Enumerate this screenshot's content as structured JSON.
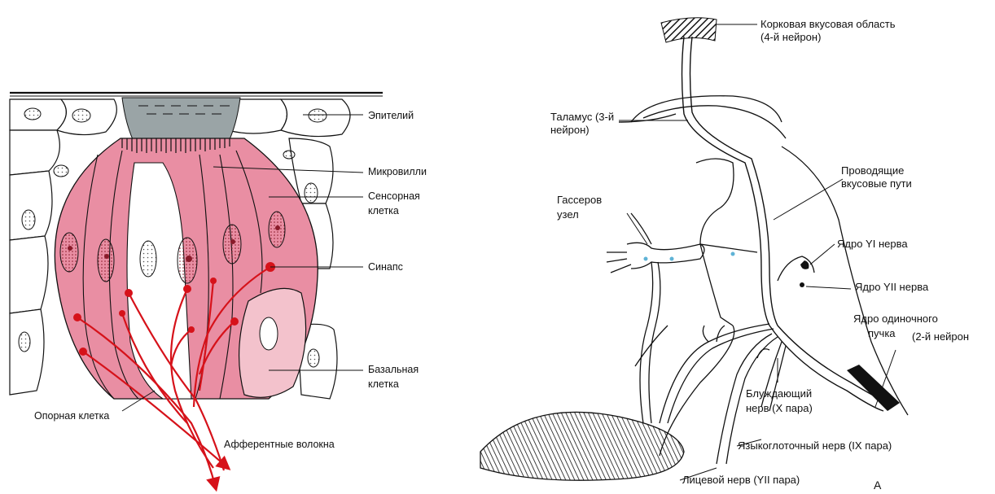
{
  "left_panel": {
    "labels": {
      "epithelium": "Эпителий",
      "microvilli": "Микровилли",
      "sensory_cell_1": "Сенсорная",
      "sensory_cell_2": "клетка",
      "synapse": "Синапс",
      "basal_cell_1": "Базальная",
      "basal_cell_2": "клетка",
      "support_cell": "Опорная клетка",
      "afferent_fibers": "Афферентные волокна"
    },
    "colors": {
      "sensory": "#e98ea3",
      "sensory_dark": "#d86d87",
      "basal": "#f3c2cc",
      "fiber": "#d6121a",
      "pore": "#9aa4a6"
    }
  },
  "right_panel": {
    "labels": {
      "cortex_1": "Корковая вкусовая область",
      "cortex_2": "(4-й нейрон)",
      "thalamus_1": "Таламус (3-й",
      "thalamus_2": "нейрон)",
      "pathways_1": "Проводящие",
      "pathways_2": "вкусовые пути",
      "gasser_1": "Гассеров",
      "gasser_2": "узел",
      "nucleus_vi": "Ядро YI нерва",
      "nucleus_vii": "Ядро YII нерва",
      "solitary_1": "Ядро одиночного",
      "solitary_2": "пучка",
      "solitary_3": "(2-й нейрон",
      "vagus_1": "Блуждающий",
      "vagus_2": "нерв (X пара)",
      "glossopharyngeal": "Языкоглоточный нерв (IX пара)",
      "facial": "Лицевой нерв (YII пара)",
      "panel_letter": "А"
    }
  }
}
